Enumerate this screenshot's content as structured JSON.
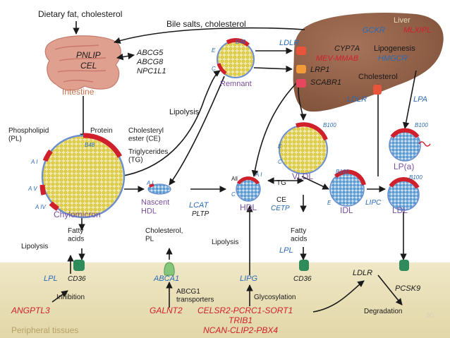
{
  "colors": {
    "blue": "#2a6bb5",
    "red": "#d0202c",
    "purple": "#7a4fa0",
    "liver": "#8a5a40",
    "intestine": "#d8958a",
    "tissue": "#e9dfb8",
    "particle_core": "#e6d96a",
    "green": "#2f8a5c"
  },
  "top": {
    "dietary": "Dietary fat, cholesterol",
    "bile": "Bile salts, cholesterol"
  },
  "intestine": {
    "label": "Intestine",
    "genes": [
      "PNLIP",
      "CEL"
    ],
    "transporters": [
      "ABCG5",
      "ABCG8",
      "NPC1L1"
    ]
  },
  "liver": {
    "label": "Liver",
    "gckr": "GCKR",
    "mlxipl": "MLXIPL",
    "lipogenesis": "Lipogenesis",
    "hmgcr": "HMGCR",
    "cholesterol": "Cholesterol",
    "cyp7a": "CYP7A",
    "mev": "MEV-MMAB",
    "ldlr_top": "LDLR",
    "lrp1": "LRP1",
    "scabr1": "SCABR1",
    "ldlr_bottom": "LDLR",
    "lpa": "LPA"
  },
  "remnant": {
    "label": "Remnant",
    "apo_b48": "B48",
    "apo_e": "E",
    "apo_c": "C"
  },
  "chylo": {
    "label": "Chylomicron",
    "phospholipid": "Phospholipid\n(PL)",
    "protein": "Protein",
    "cholesteryl": "Cholesteryl\nester (CE)",
    "triglycerides": "Triglycerides\n(TG)",
    "b48": "B48",
    "ai": "A I",
    "av": "A V",
    "aiv": "A IV"
  },
  "lipolysis_top": "Lipolysis",
  "vldl": {
    "label": "VLDL",
    "b100": "B100",
    "e": "E",
    "c": "C"
  },
  "lpa_particle": {
    "label": "LP(a)",
    "b100": "B100"
  },
  "nascent": {
    "label": "Nascent\nHDL",
    "ai": "A I"
  },
  "hdl": {
    "label": "HDL",
    "all": "All",
    "ai": "A I",
    "c": "C",
    "tg": "TG",
    "ce": "CE",
    "cetp": "CETP"
  },
  "idl": {
    "label": "IDL",
    "b100": "B100",
    "e": "E"
  },
  "ldl": {
    "label": "LDL",
    "b100": "B100",
    "lipc": "LIPC"
  },
  "enzymes": {
    "lcat": "LCAT",
    "pltp": "PLTP"
  },
  "fatty_left": "Fatty\nacids",
  "fatty_right": "Fatty\nacids",
  "chol_pl": "Cholesterol,\nPL",
  "lipolysis_left": "Lipolysis",
  "lipolysis_mid": "Lipolysis",
  "lpl_left": "LPL",
  "lpl_right": "LPL",
  "cd36_left": "CD36",
  "cd36_right": "CD36",
  "abca1": "ABCA1",
  "lipg": "LIPG",
  "ldlr_bottom": "LDLR",
  "pcsk9": "PCSK9",
  "inhibition": "Inhibition",
  "abcg1": "ABCG1\ntransporters",
  "glycosylation": "Glycosylation",
  "degradation": "Degradation",
  "angptl3": "ANGPTL3",
  "galnt2": "GALNT2",
  "celsr2": "CELSR2-PCRC1-SORT1",
  "trib1": "TRIB1",
  "ncan": "NCAN-CLIP2-PBX4",
  "peripheral": "Peripheral tissues",
  "page_number": "30"
}
